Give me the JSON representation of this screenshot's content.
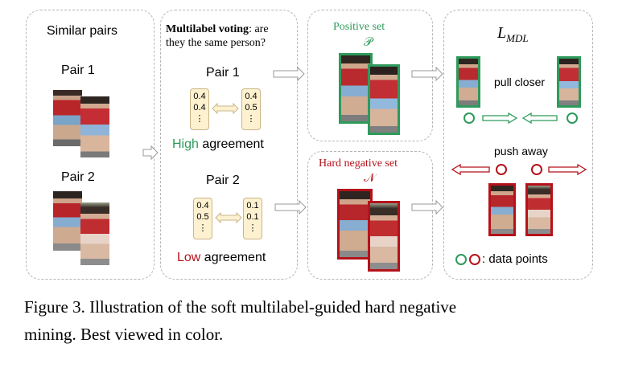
{
  "panel1": {
    "title": "Similar pairs",
    "pair1_label": "Pair 1",
    "pair2_label": "Pair 2"
  },
  "panel2": {
    "heading_bold": "Multilabel voting",
    "heading_rest": ": are",
    "heading_line2": "they the same person?",
    "pair1_label": "Pair 1",
    "pair2_label": "Pair 2",
    "vec_p1_left": [
      "0.4",
      "0.4",
      "⋮"
    ],
    "vec_p1_right": [
      "0.4",
      "0.5",
      "⋮"
    ],
    "vec_p2_left": [
      "0.4",
      "0.5",
      "⋮"
    ],
    "vec_p2_right": [
      "0.1",
      "0.1",
      "⋮"
    ],
    "high_word": "High",
    "high_rest": " agreement",
    "low_word": "Low",
    "low_rest": " agreement"
  },
  "panel3": {
    "positive_title": "Positive set",
    "positive_symbol": "𝒫",
    "negative_title": "Hard negative set",
    "negative_symbol": "𝒩"
  },
  "panel4": {
    "title_main": "L",
    "title_sub": "MDL",
    "pull_label": "pull closer",
    "push_label": "push away",
    "legend_label": ": data points"
  },
  "caption": {
    "line1": "Figure 3. Illustration of the soft multilabel-guided hard negative",
    "line2": "mining. Best viewed in color."
  },
  "colors": {
    "green": "#2e9a5b",
    "red": "#b5121b",
    "dash_border": "#b5b5b5",
    "vector_fill": "#fdf1cf"
  }
}
